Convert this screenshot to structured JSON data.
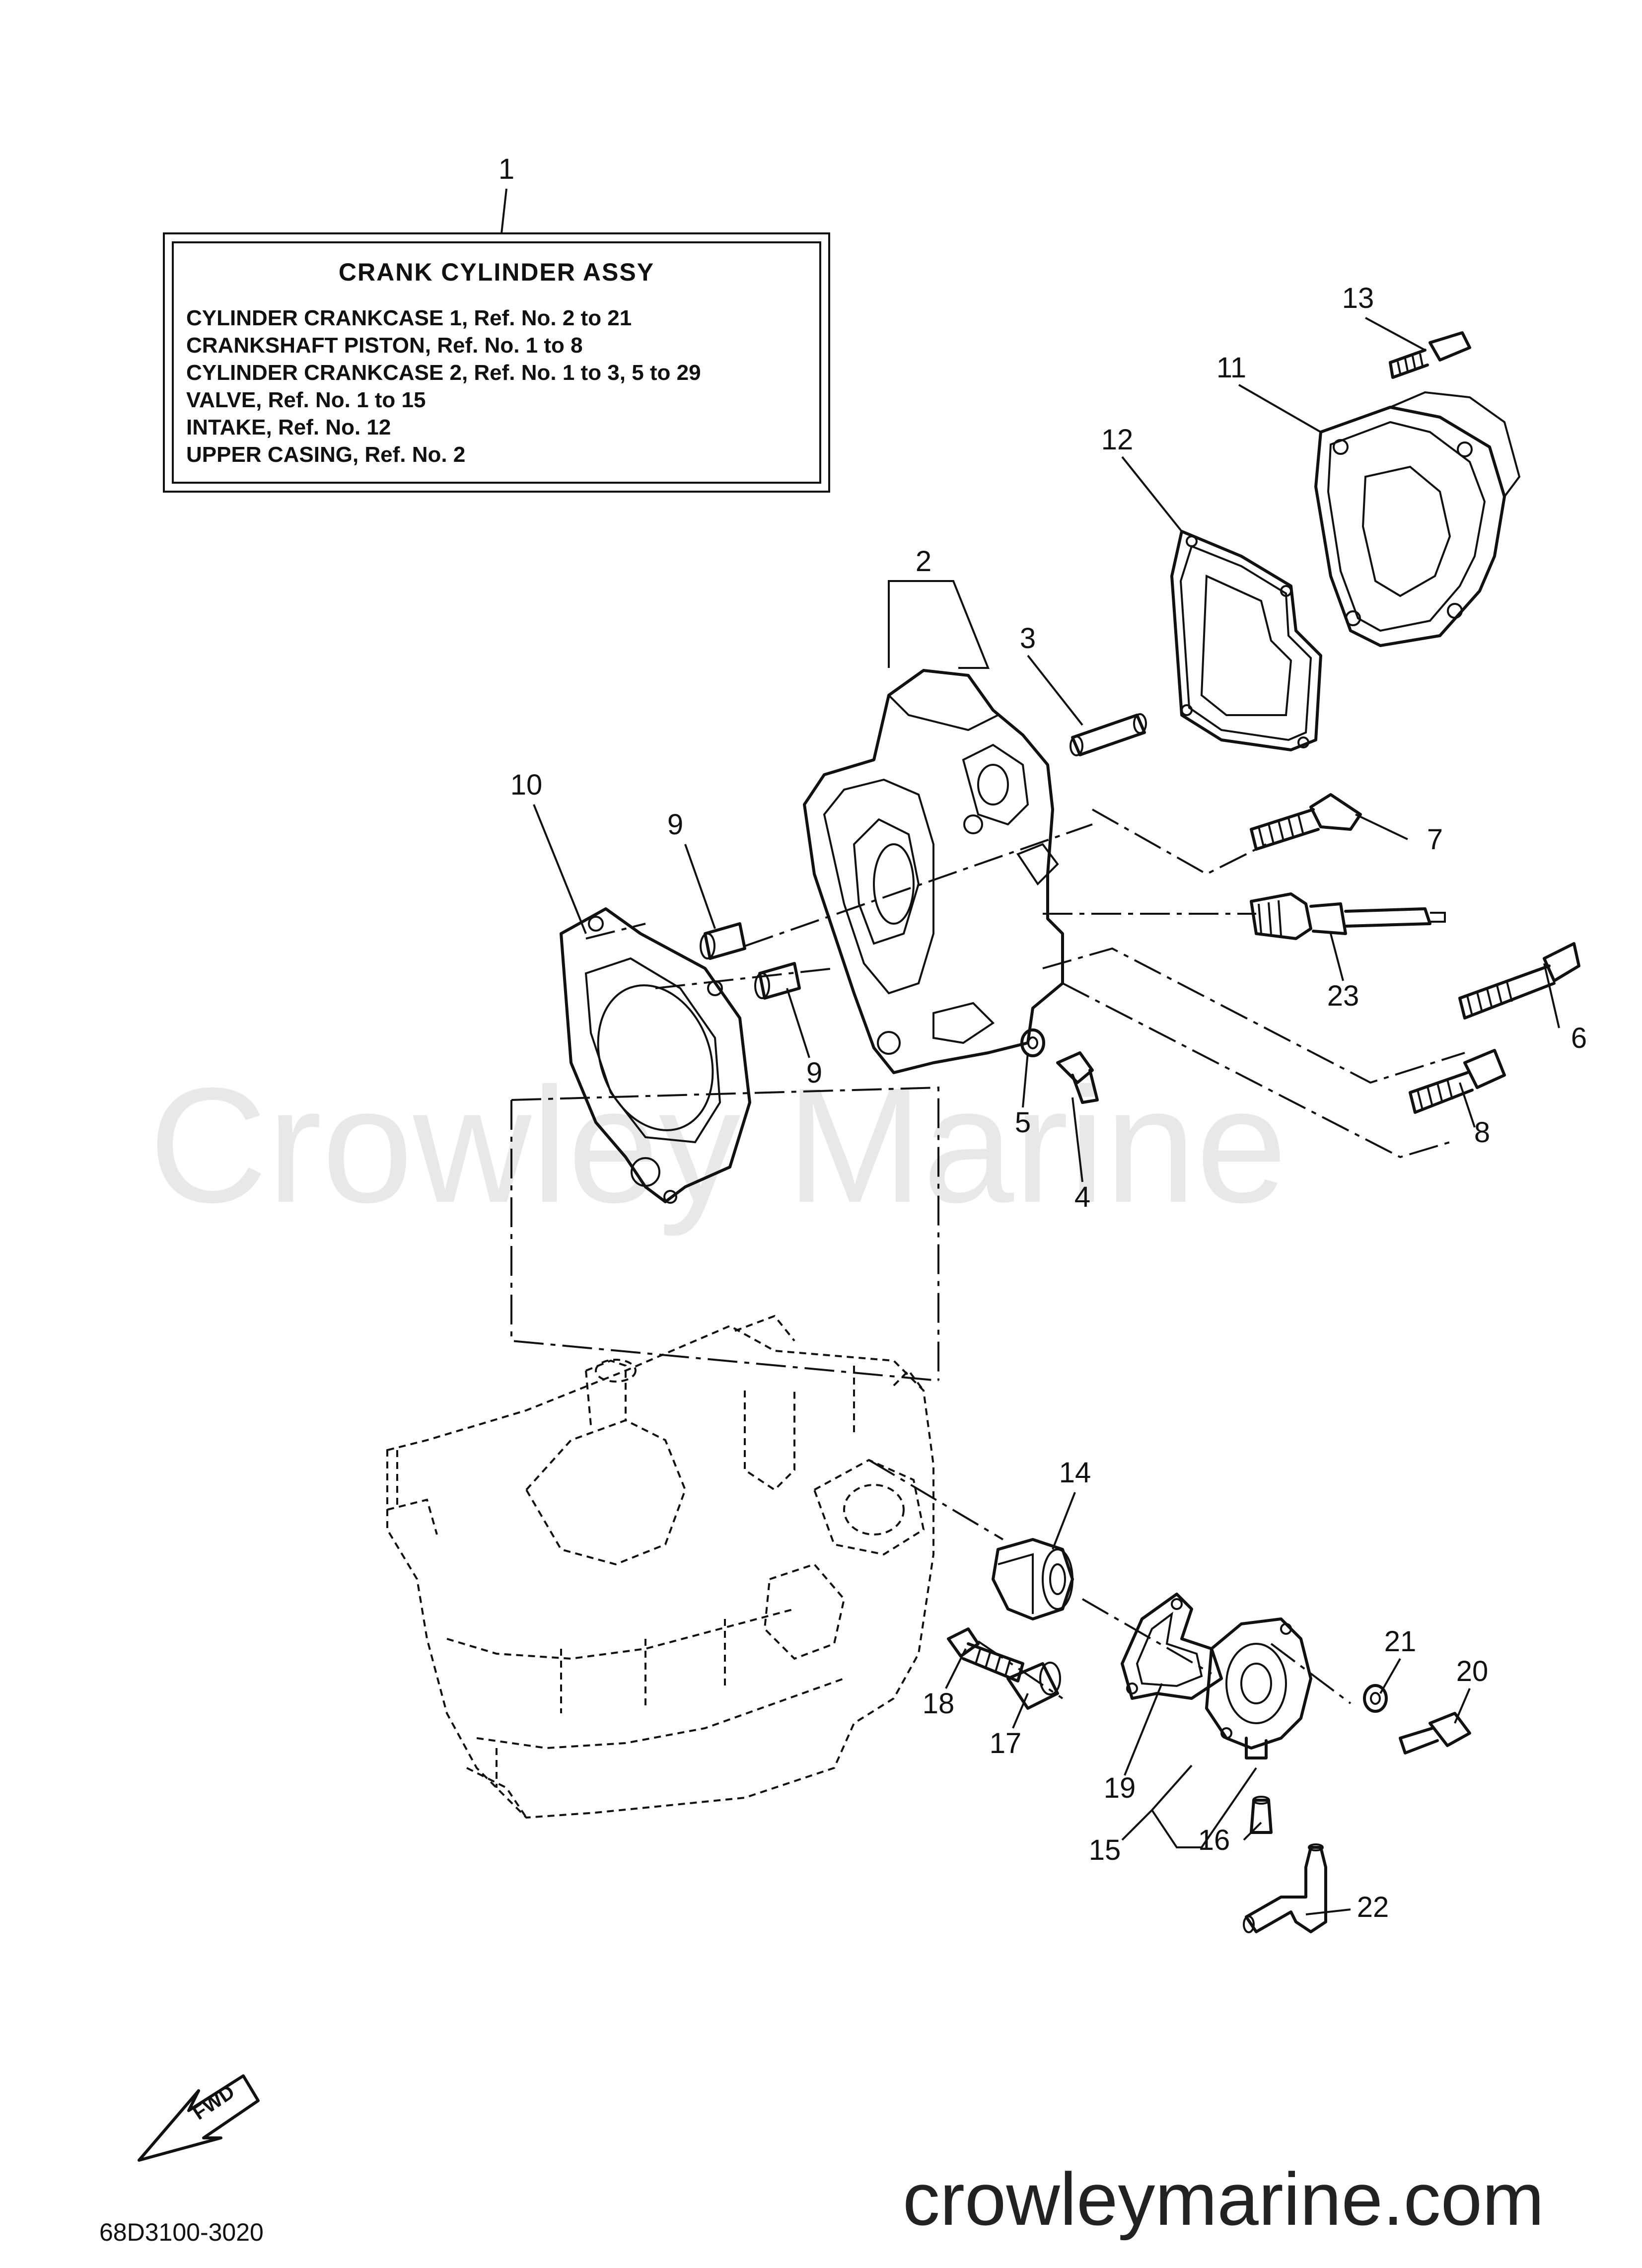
{
  "watermark": "Crowley Marine",
  "footer": {
    "url": "crowleymarine.com",
    "part_number": "68D3100-3020",
    "fwd_label": "FWD"
  },
  "assy_box": {
    "title": "CRANK  CYLINDER ASSY",
    "lines": [
      "CYLINDER CRANKCASE 1,  Ref. No. 2 to 21",
      "CRANKSHAFT PISTON,  Ref. No. 1 to 8",
      "CYLINDER CRANKCASE 2,  Ref. No. 1 to 3, 5 to 29",
      "VALVE,    Ref. No. 1 to 15",
      "INTAKE,  Ref. No. 12",
      "UPPER CASING,  Ref. No. 2"
    ]
  },
  "callouts": {
    "c1": "1",
    "c2": "2",
    "c3": "3",
    "c4": "4",
    "c5": "5",
    "c6": "6",
    "c7": "7",
    "c8": "8",
    "c9a": "9",
    "c9b": "9",
    "c10": "10",
    "c11": "11",
    "c12": "12",
    "c13": "13",
    "c14": "14",
    "c15": "15",
    "c16": "16",
    "c17": "17",
    "c18": "18",
    "c19": "19",
    "c20": "20",
    "c21": "21",
    "c22": "22",
    "c23": "23"
  }
}
